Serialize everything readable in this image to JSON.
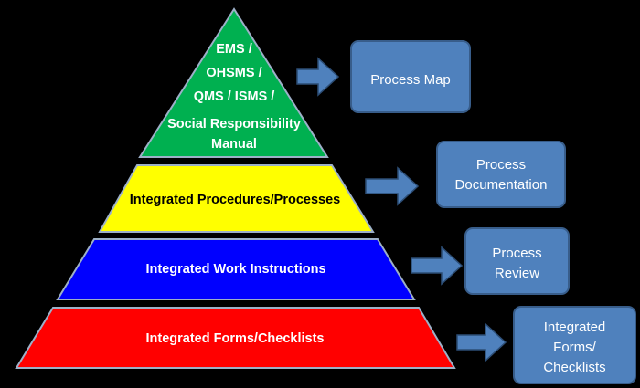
{
  "pyramid": {
    "tiers": [
      {
        "id": "manual",
        "lines": [
          "EMS /",
          "OHSMS /",
          "QMS / ISMS /",
          "Social Responsibility",
          "Manual"
        ],
        "color": "#00b050",
        "text_color": "#ffffff"
      },
      {
        "id": "procedures",
        "lines": [
          "Integrated Procedures/Processes"
        ],
        "color": "#ffff00",
        "text_color": "#000000"
      },
      {
        "id": "work-instructions",
        "lines": [
          "Integrated Work Instructions"
        ],
        "color": "#0000ff",
        "text_color": "#ffffff"
      },
      {
        "id": "forms",
        "lines": [
          "Integrated Forms/Checklists"
        ],
        "color": "#ff0000",
        "text_color": "#ffffff"
      }
    ],
    "outline_color": "#9db0c8"
  },
  "outputs": [
    {
      "id": "process-map",
      "lines": [
        "Process Map"
      ]
    },
    {
      "id": "process-documentation",
      "lines": [
        "Process",
        "Documentation"
      ]
    },
    {
      "id": "process-review",
      "lines": [
        "Process",
        "Review"
      ]
    },
    {
      "id": "forms-checklists",
      "lines": [
        "Integrated",
        "Forms/",
        "Checklists"
      ]
    }
  ],
  "colors": {
    "box_fill": "#4f81bd",
    "box_stroke": "#385d8a",
    "arrow_fill": "#4f81bd",
    "arrow_stroke": "#2c4d75",
    "background": "#000000"
  }
}
